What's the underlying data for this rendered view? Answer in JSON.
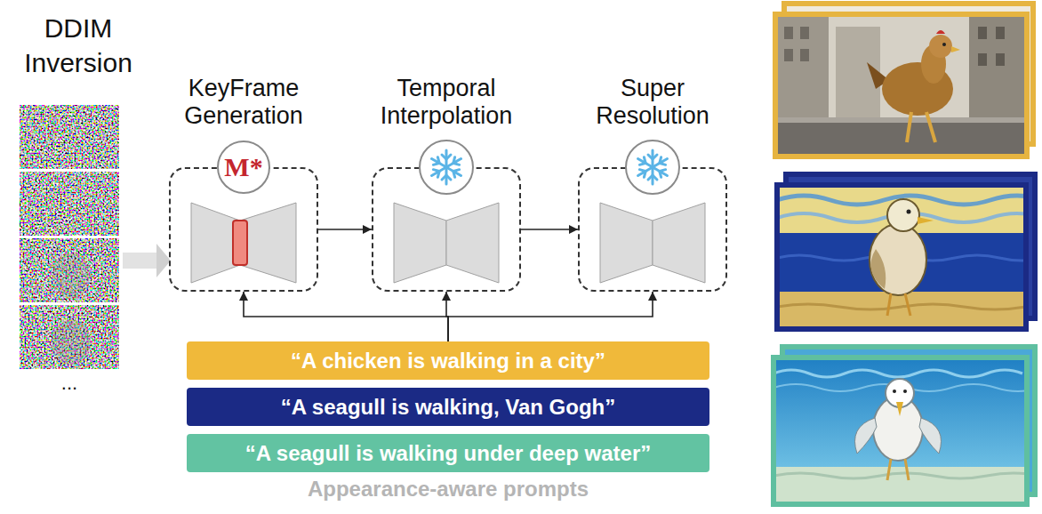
{
  "diagram": {
    "nodes": [
      {
        "text": [
          "KeyFrame Generation"
        ]
      },
      {
        "text": [
          "M*"
        ],
        "in": 0
      },
      {
        "text": [
          "Temporal Interpolation"
        ]
      },
      {
        "text": [
          "Super Resolution"
        ]
      },
      {
        "text": [
          "“A chicken is walking in a city”"
        ]
      },
      {
        "text": [
          "“A seagull is walking, Van Gogh”"
        ]
      },
      {
        "text": [
          "“A seagull is walking under deep water”"
        ]
      }
    ],
    "edges": [
      {
        "from": 0,
        "to": 2,
        "arrow": "to"
      },
      {
        "from": 2,
        "to": 3,
        "arrow": "to"
      },
      {
        "from": 4,
        "to": 0,
        "arrow": "to"
      },
      {
        "from": 4,
        "to": 2,
        "arrow": "to"
      },
      {
        "from": 4,
        "to": 3,
        "arrow": "to"
      }
    ],
    "labels": [
      "DDIM Inversion",
      "...",
      "Appearance-aware prompts"
    ]
  }
}
